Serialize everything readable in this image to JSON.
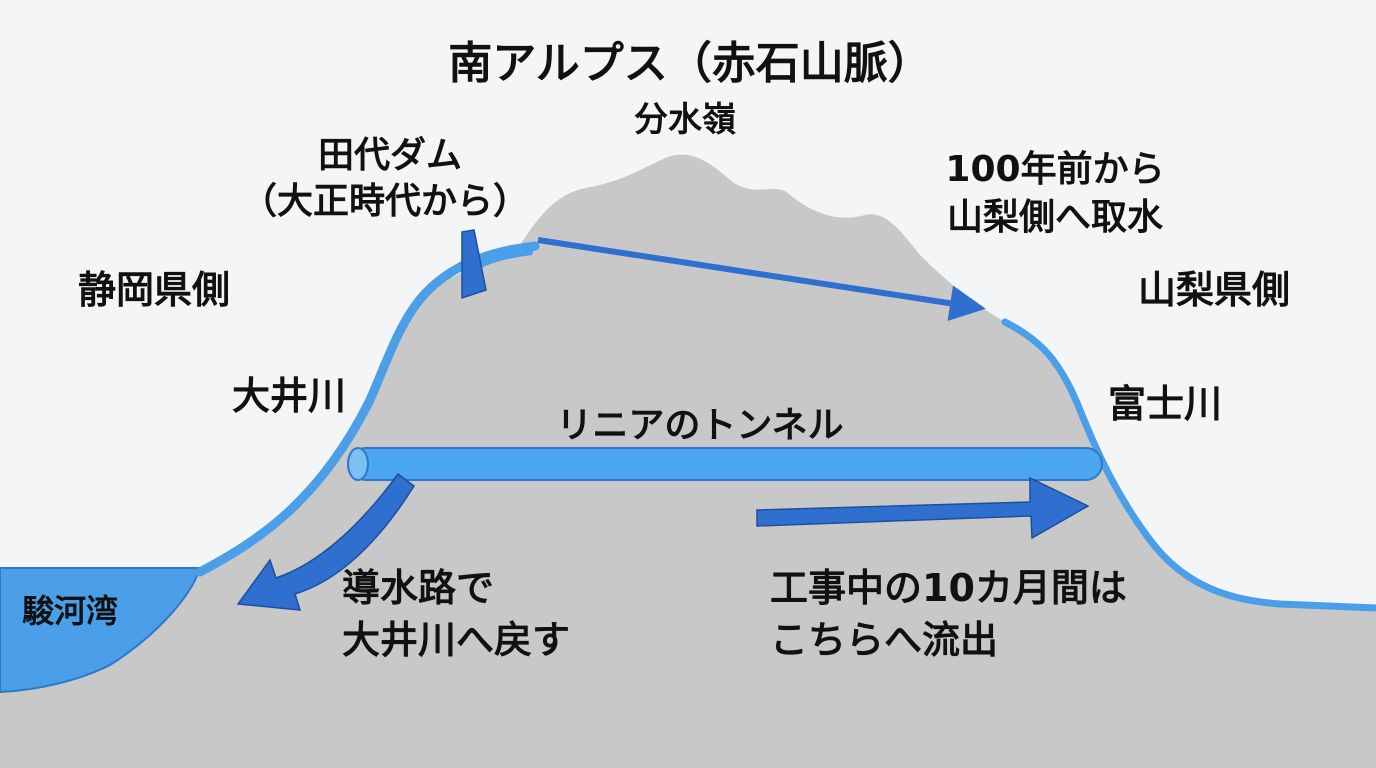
{
  "title": "南アルプス（赤石山脈）",
  "labels": {
    "watershed": "分水嶺",
    "dam_name": "田代ダム",
    "dam_period": "（大正時代から）",
    "intake_line1": "100年前から",
    "intake_line2": "山梨側へ取水",
    "shizuoka_side": "静岡県側",
    "yamanashi_side": "山梨県側",
    "oi_river": "大井川",
    "fuji_river": "富士川",
    "tunnel": "リニアのトンネル",
    "suruga_bay": "駿河湾",
    "conduit_line1": "導水路で",
    "conduit_line2": "大井川へ戻す",
    "outflow_line1": "工事中の10カ月間は",
    "outflow_line2": "こちらへ流出"
  },
  "colors": {
    "background": "#f3f5f7",
    "mountain": "#c8c8c8",
    "water": "#4a9fe8",
    "water_edge": "#2e78c7",
    "arrow": "#2f6fd0",
    "arrow_edge": "#1d4f9e",
    "tunnel": "#4aa6ee",
    "text": "#111111"
  }
}
